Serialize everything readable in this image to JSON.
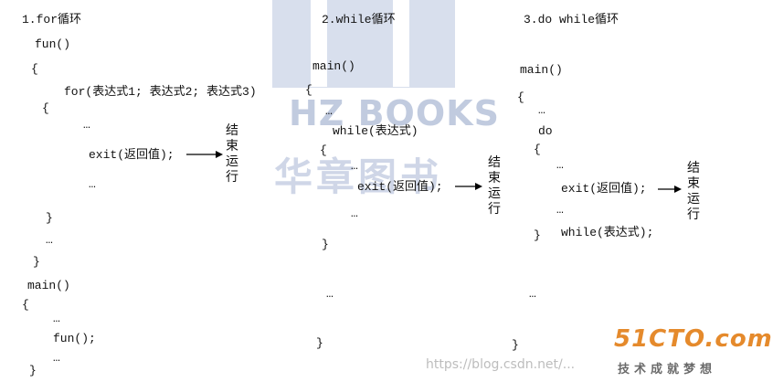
{
  "watermark": {
    "hz": "HZ BOOKS",
    "cn": "华章图书",
    "url": "https://blog.csdn.net/...",
    "logo": "51CTO.com",
    "logo_sub": "技术成就梦想"
  },
  "panel1": {
    "title": "1.for循环",
    "lines": [
      "fun()",
      "{",
      "for(表达式1; 表达式2; 表达式3)",
      "{",
      "…",
      "exit(返回值);",
      "…",
      "}",
      "…",
      "}",
      "main()",
      "{",
      "…",
      "fun();",
      "…",
      "}"
    ],
    "note": "结束运行"
  },
  "panel2": {
    "title": "2.while循环",
    "lines": [
      "main()",
      "{",
      "…",
      "while(表达式)",
      "{",
      "…",
      "exit(返回值);",
      "…",
      "}",
      "…",
      "}"
    ],
    "note": "结束运行"
  },
  "panel3": {
    "title": "3.do while循环",
    "lines": [
      "main()",
      "{",
      "…",
      "do",
      "{",
      "…",
      "exit(返回值);",
      "…",
      "}",
      "while(表达式);",
      "…",
      "}"
    ],
    "note": "结束运行"
  }
}
